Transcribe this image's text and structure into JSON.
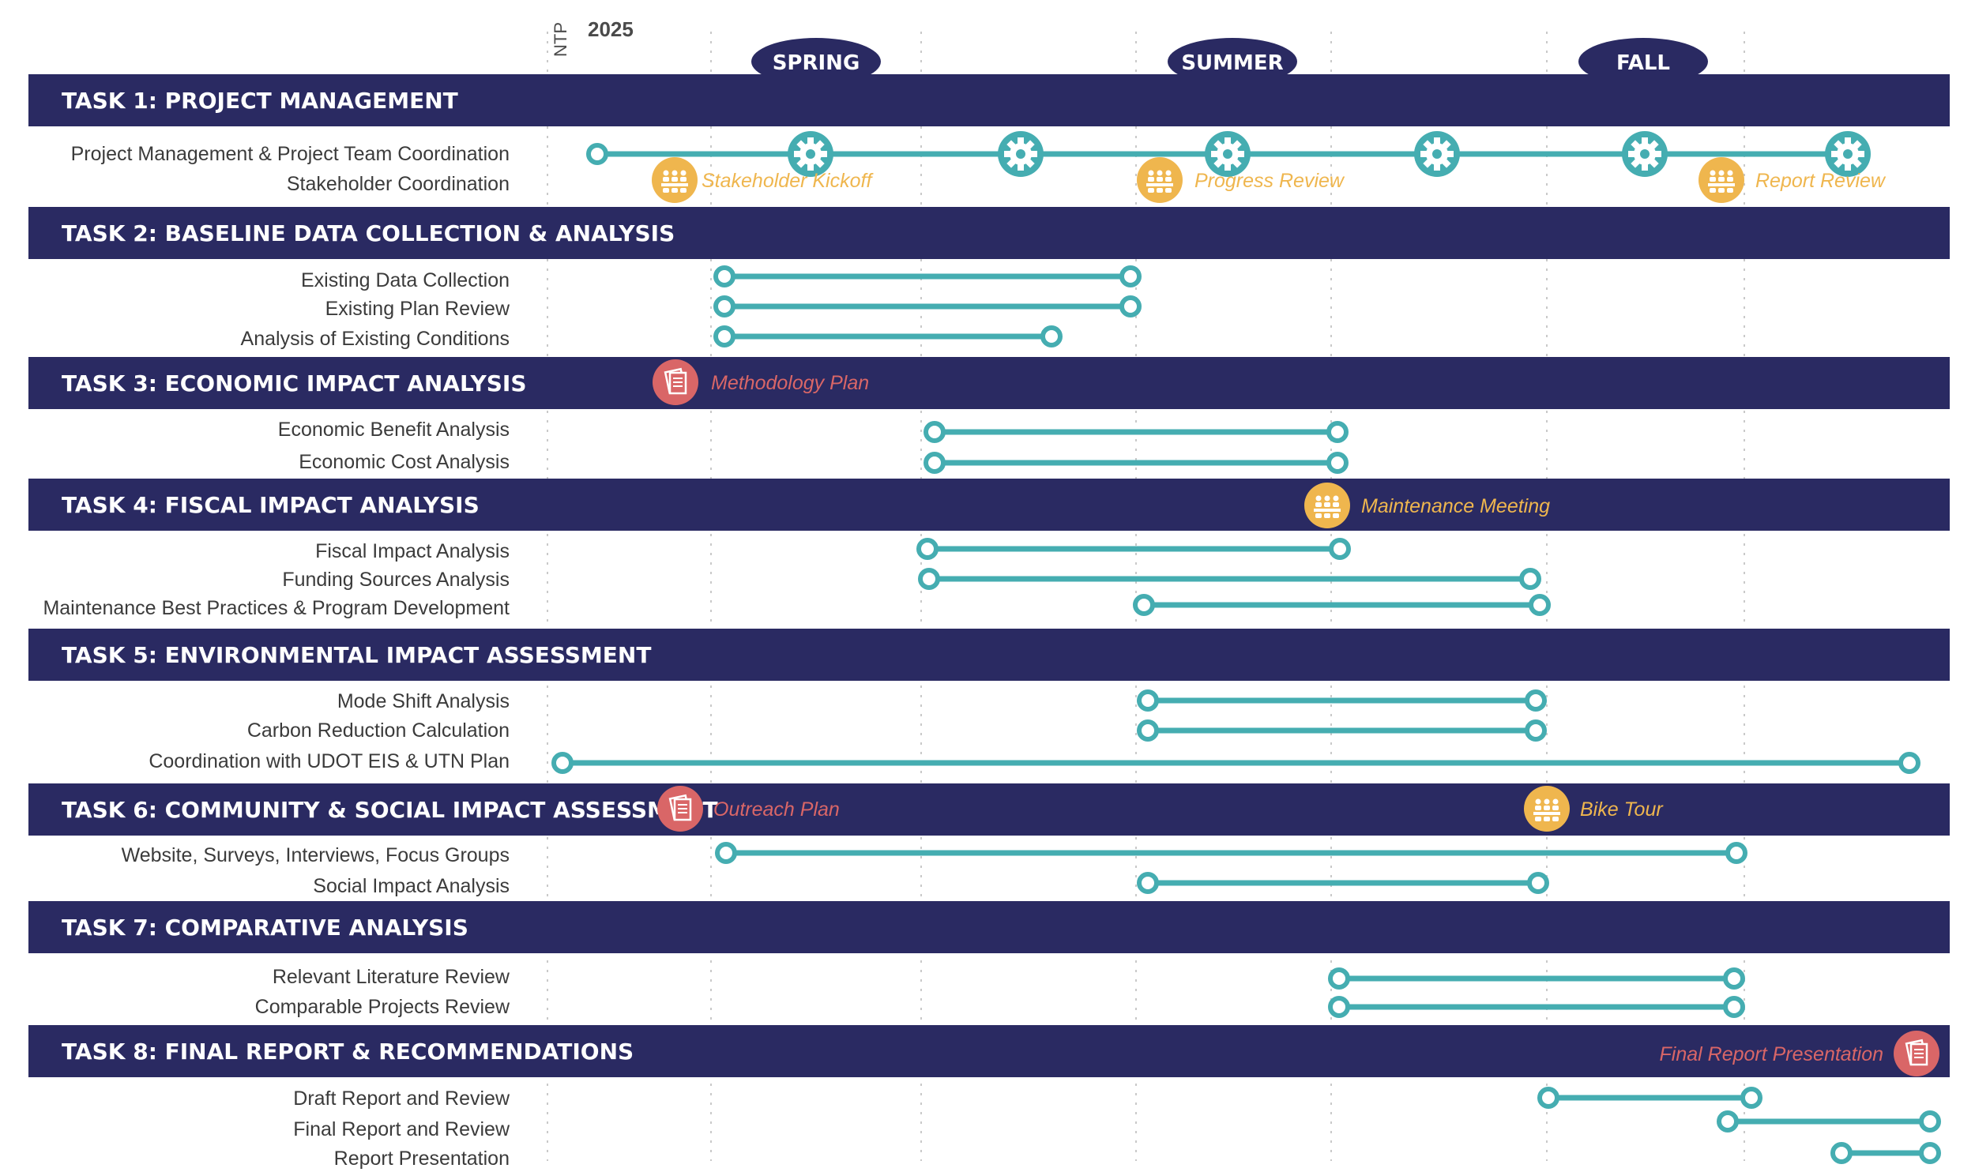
{
  "year": "2025",
  "ntp_label": "NTP",
  "seasons": [
    "SPRING",
    "SUMMER",
    "FALL"
  ],
  "colors": {
    "header": "#2a2a62",
    "bar": "#45adb1",
    "meeting": "#efb64e",
    "deliverable": "#d96667",
    "grid": "#c9c9c9"
  },
  "tasks": [
    {
      "title": "TASK 1:  PROJECT MANAGEMENT",
      "rows": [
        {
          "label": "Project Management & Project Team Coordination"
        },
        {
          "label": "Stakeholder Coordination"
        }
      ]
    },
    {
      "title": "TASK 2:  BASELINE DATA COLLECTION & ANALYSIS",
      "rows": [
        {
          "label": "Existing Data Collection"
        },
        {
          "label": "Existing Plan Review"
        },
        {
          "label": "Analysis of Existing Conditions"
        }
      ]
    },
    {
      "title": "TASK 3:  ECONOMIC IMPACT ANALYSIS",
      "rows": [
        {
          "label": "Economic Benefit Analysis"
        },
        {
          "label": "Economic Cost Analysis"
        }
      ]
    },
    {
      "title": "TASK 4:  FISCAL IMPACT ANALYSIS",
      "rows": [
        {
          "label": "Fiscal Impact Analysis"
        },
        {
          "label": "Funding Sources Analysis"
        },
        {
          "label": "Maintenance Best Practices & Program Development"
        }
      ]
    },
    {
      "title": "TASK 5:  ENVIRONMENTAL IMPACT ASSESSMENT",
      "rows": [
        {
          "label": "Mode Shift Analysis"
        },
        {
          "label": "Carbon Reduction Calculation"
        },
        {
          "label": "Coordination with UDOT EIS & UTN Plan"
        }
      ]
    },
    {
      "title": "TASK 6:  COMMUNITY & SOCIAL IMPACT ASSESSMENT",
      "rows": [
        {
          "label": "Website, Surveys, Interviews, Focus Groups"
        },
        {
          "label": "Social Impact Analysis"
        }
      ]
    },
    {
      "title": "TASK 7:  COMPARATIVE ANALYSIS",
      "rows": [
        {
          "label": "Relevant Literature Review"
        },
        {
          "label": "Comparable Projects Review"
        }
      ]
    },
    {
      "title": "TASK 8:  FINAL REPORT & RECOMMENDATIONS",
      "rows": [
        {
          "label": "Draft Report and Review"
        },
        {
          "label": "Final Report and Review"
        },
        {
          "label": "Report Presentation"
        }
      ]
    }
  ],
  "milestones": [
    {
      "label": "Stakeholder Kickoff",
      "kind": "meeting",
      "icon": "group-meeting-icon"
    },
    {
      "label": "Progress Review",
      "kind": "meeting",
      "icon": "group-meeting-icon"
    },
    {
      "label": "Report Review",
      "kind": "meeting",
      "icon": "group-meeting-icon"
    },
    {
      "label": "Methodology Plan",
      "kind": "deliverable",
      "icon": "document-icon"
    },
    {
      "label": "Maintenance Meeting",
      "kind": "meeting",
      "icon": "group-meeting-icon"
    },
    {
      "label": "Outreach Plan",
      "kind": "deliverable",
      "icon": "document-icon"
    },
    {
      "label": "Bike Tour",
      "kind": "meeting",
      "icon": "group-meeting-icon"
    },
    {
      "label": "Final Report Presentation",
      "kind": "deliverable",
      "icon": "document-icon"
    }
  ],
  "gear_icon": "gear-icon"
}
